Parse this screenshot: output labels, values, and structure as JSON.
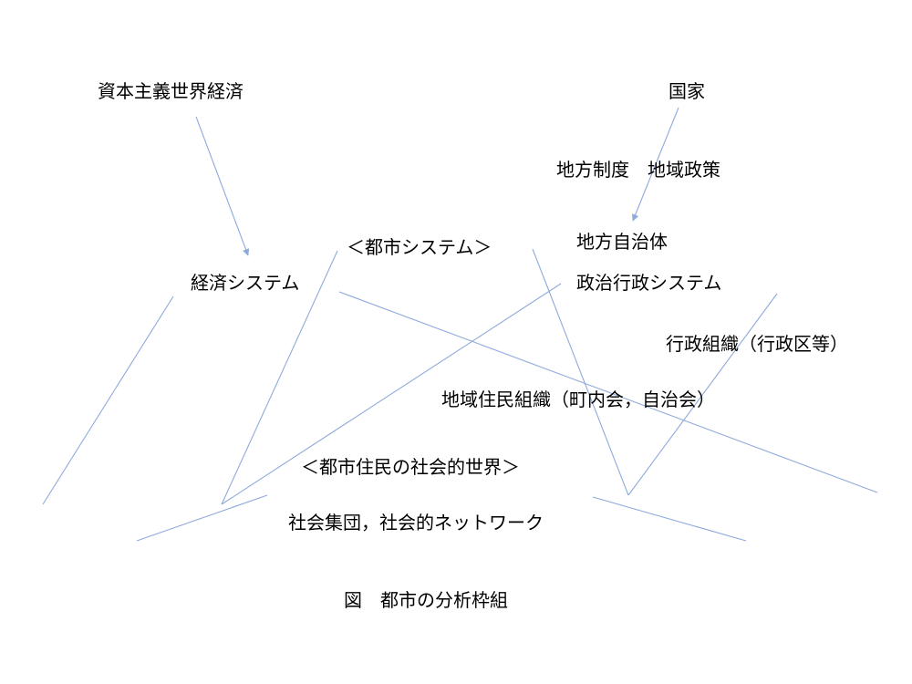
{
  "labels": {
    "capitalism": "資本主義世界経済",
    "state": "国家",
    "local_system_policy": "地方制度　地域政策",
    "local_government": "地方自治体",
    "urban_system": "＜都市システム＞",
    "economic_system": "経済システム",
    "political_admin_system": "政治行政システム",
    "admin_org": "行政組織（行政区等）",
    "residents_org": "地域住民組織（町内会，自治会）",
    "social_world": "＜都市住民の社会的世界＞",
    "social_groups": "社会集団，社会的ネットワーク"
  },
  "caption": "図　都市の分析枠組",
  "colors": {
    "line": "#8eaadb",
    "text": "#000000"
  }
}
